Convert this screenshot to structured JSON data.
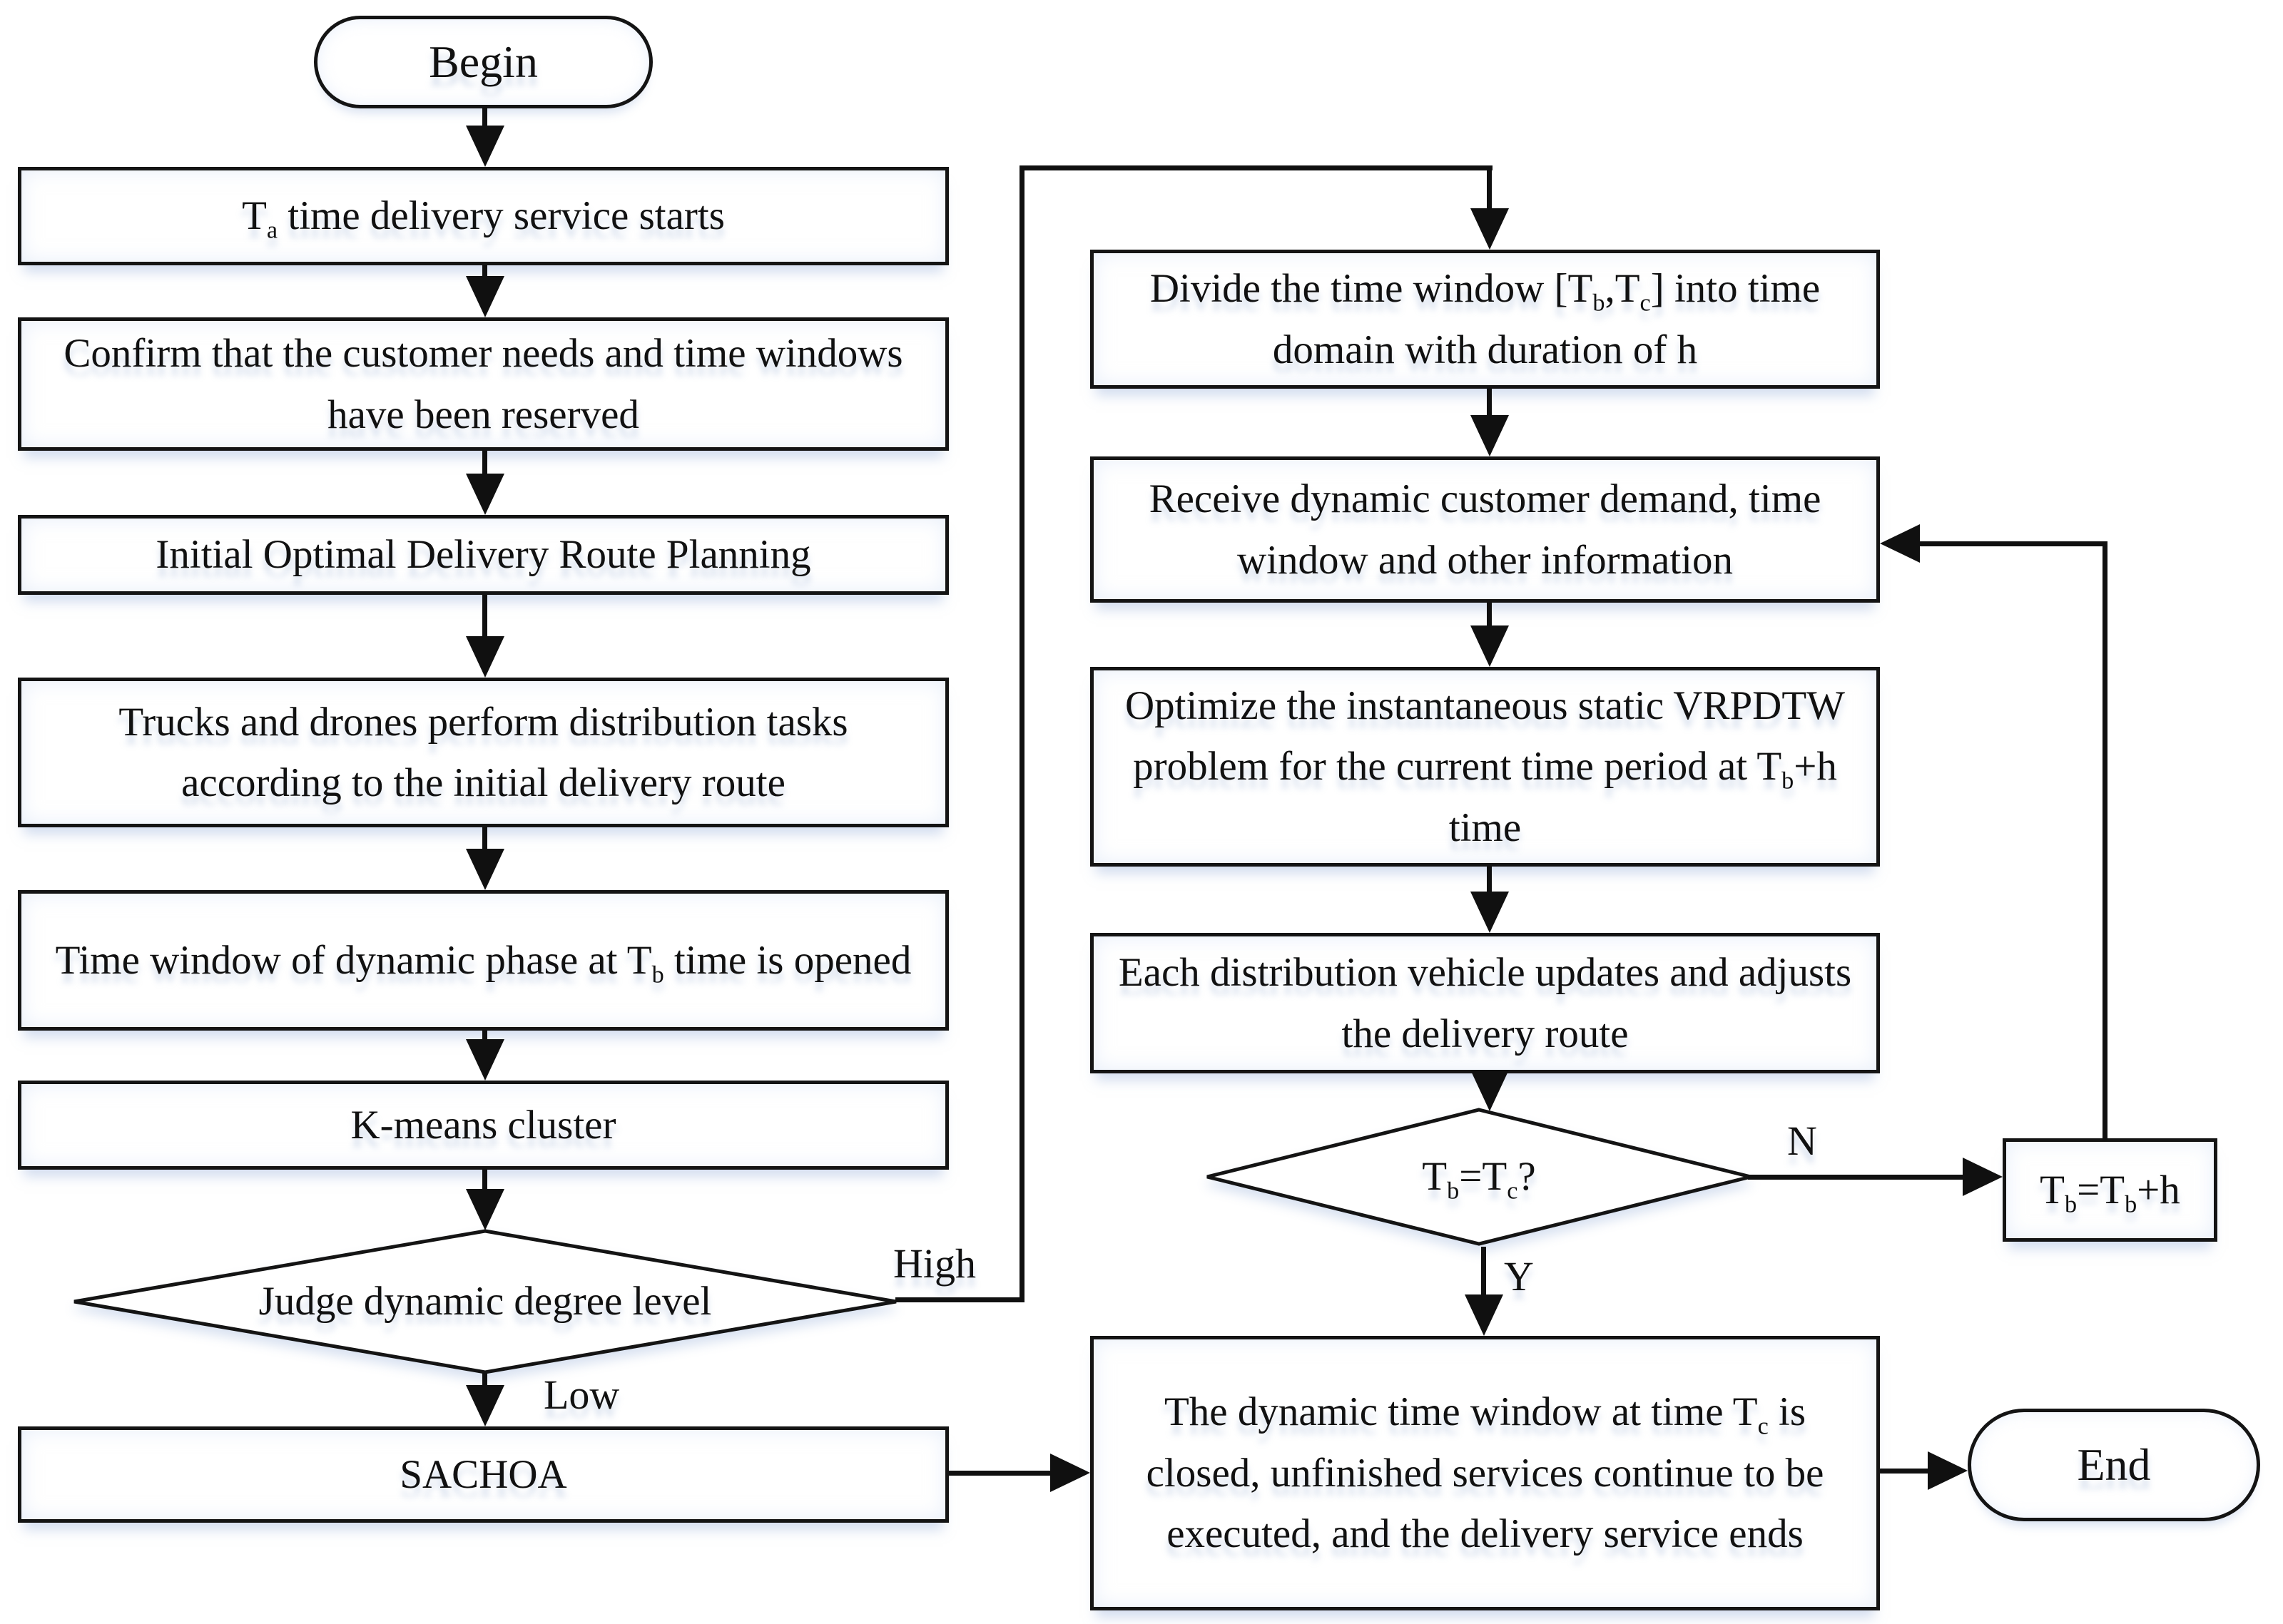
{
  "flowchart": {
    "colors": {
      "line": "#101010",
      "node_border": "#141414",
      "node_fill": "#ffffff",
      "text": "#111111",
      "background": "#ffffff"
    },
    "nodes": {
      "begin": {
        "type": "terminator",
        "label": "Begin"
      },
      "start_service": {
        "type": "process",
        "label": "T~a~ time delivery service starts"
      },
      "confirm": {
        "type": "process",
        "label": "Confirm that the customer needs and time windows have been reserved"
      },
      "initial_planning": {
        "type": "process",
        "label": "Initial Optimal Delivery Route Planning"
      },
      "trucks_drones": {
        "type": "process",
        "label": "Trucks and drones perform distribution tasks according to the initial delivery route"
      },
      "time_window_open": {
        "type": "process",
        "label": "Time window of dynamic phase at T~b~ time is opened"
      },
      "kmeans": {
        "type": "process",
        "label": "K-means cluster"
      },
      "judge": {
        "type": "decision",
        "label": "Judge dynamic degree level"
      },
      "sachoa": {
        "type": "process",
        "label": "SACHOA"
      },
      "divide": {
        "type": "process",
        "label": "Divide the time window [T~b~,T~c~] into time domain with duration of h"
      },
      "receive": {
        "type": "process",
        "label": "Receive dynamic customer demand, time window and other information"
      },
      "optimize": {
        "type": "process",
        "label": "Optimize the instantaneous static VRPDTW problem for the current time period at T~b~+h time"
      },
      "update_routes": {
        "type": "process",
        "label": "Each distribution vehicle updates and adjusts the delivery route"
      },
      "tb_equals_tc": {
        "type": "decision",
        "label": "T~b~=T~c~?"
      },
      "tb_plus_h": {
        "type": "process",
        "label": "T~b~=T~b~+h"
      },
      "close_window": {
        "type": "process",
        "label": "The dynamic time window at time T~c~ is closed, unfinished services continue to be executed, and the delivery service ends"
      },
      "end": {
        "type": "terminator",
        "label": "End"
      }
    },
    "edge_labels": {
      "high": "High",
      "low": "Low",
      "no": "N",
      "yes": "Y"
    }
  }
}
